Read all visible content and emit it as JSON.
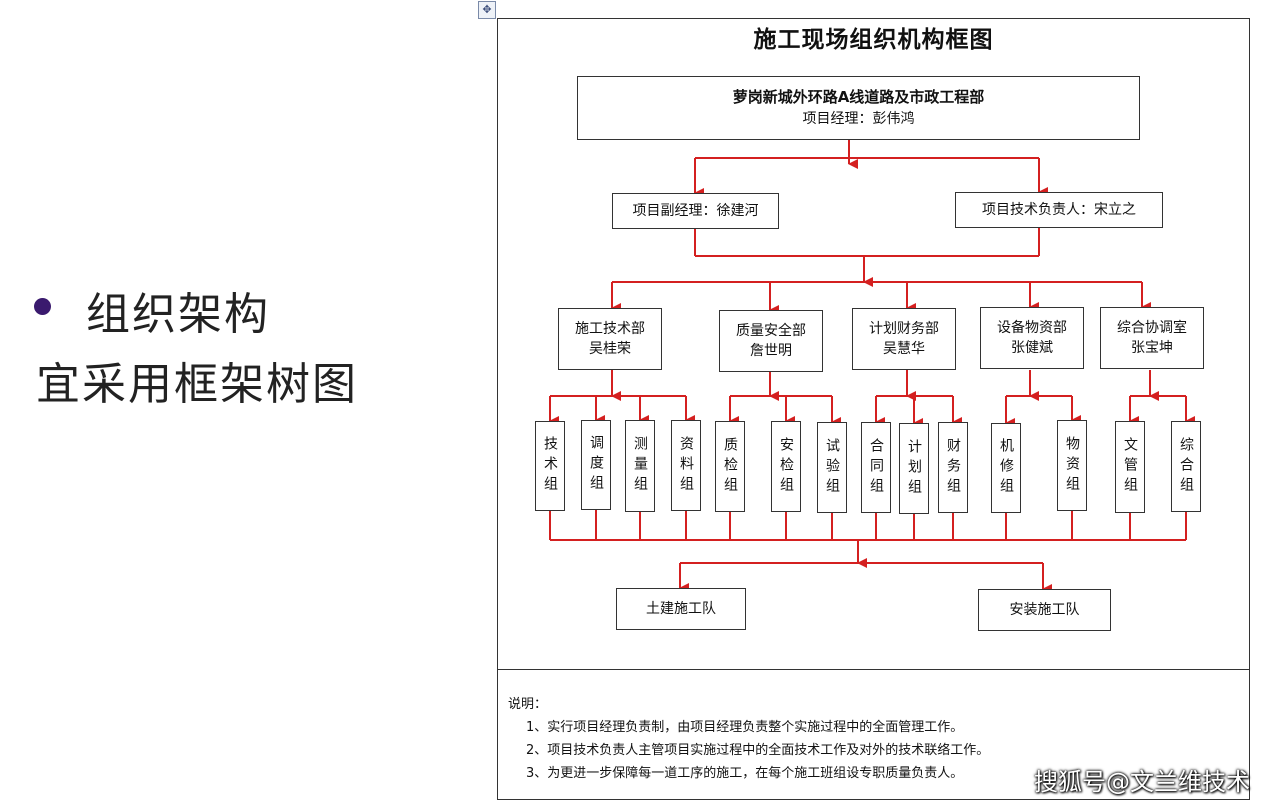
{
  "slide": {
    "bullet": "组织架构",
    "subtitle": "宜采用框架树图"
  },
  "chart": {
    "title": "施工现场组织机构框图",
    "top": {
      "line1": "萝岗新城外环路A线道路及市政工程部",
      "line2": "项目经理：彭伟鸿"
    },
    "deputy": "项目副经理：徐建河",
    "tech_lead": "项目技术负责人：宋立之",
    "departments": [
      {
        "line1": "施工技术部",
        "line2": "吴桂荣"
      },
      {
        "line1": "质量安全部",
        "line2": "詹世明"
      },
      {
        "line1": "计划财务部",
        "line2": "吴慧华"
      },
      {
        "line1": "设备物资部",
        "line2": "张健斌"
      },
      {
        "line1": "综合协调室",
        "line2": "张宝坤"
      }
    ],
    "groups": [
      "技术组",
      "调度组",
      "测量组",
      "资料组",
      "质检组",
      "安检组",
      "试验组",
      "合同组",
      "计划组",
      "财务组",
      "机修组",
      "物资组",
      "文管组",
      "综合组"
    ],
    "teams": [
      "土建施工队",
      "安装施工队"
    ]
  },
  "notes": {
    "heading": "说明：",
    "items": [
      "1、实行项目经理负责制，由项目经理负责整个实施过程中的全面管理工作。",
      "2、项目技术负责人主管项目实施过程中的全面技术工作及对外的技术联络工作。",
      "3、为更进一步保障每一道工序的施工，在每个施工班组设专职质量负责人。"
    ]
  },
  "watermark": "搜狐号@文兰维技术",
  "colors": {
    "connector": "#d42020",
    "border": "#333333",
    "bullet": "#3a1a6e"
  },
  "icons": {
    "handle": "move-handle-icon"
  }
}
